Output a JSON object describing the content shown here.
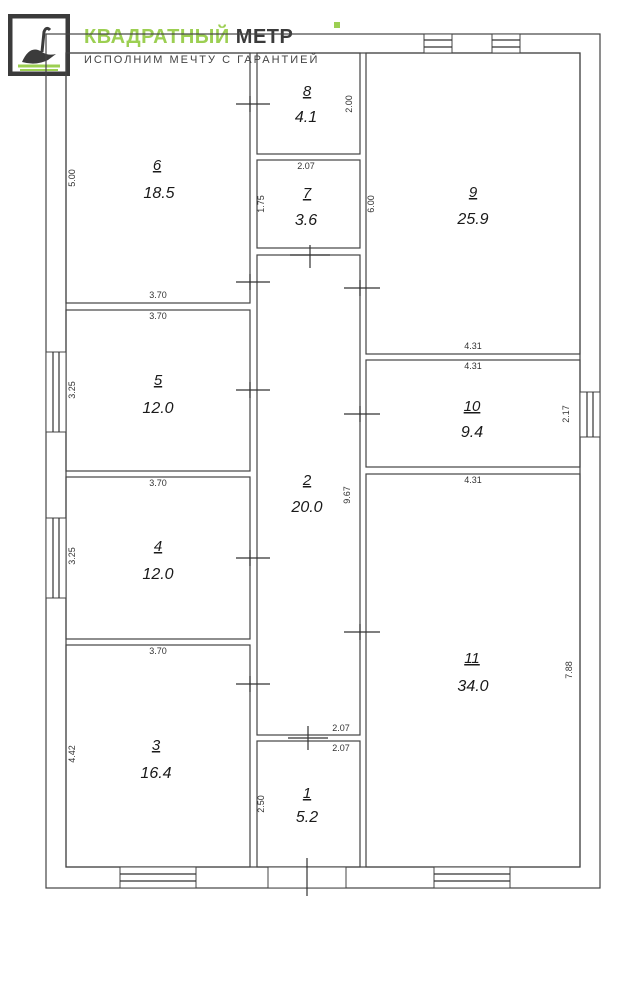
{
  "brand": {
    "name_part1": "КВАДРАТНЫЙ",
    "name_part2": "МЕТР",
    "tagline": "ИСПОЛНИМ МЕЧТУ С ГАРАНТИЕЙ",
    "colors": {
      "accent": "#9ccf52",
      "dark": "#3b3b3b"
    }
  },
  "rooms": [
    {
      "id": "1",
      "number": "1",
      "area": "5.2"
    },
    {
      "id": "2",
      "number": "2",
      "area": "20.0"
    },
    {
      "id": "3",
      "number": "3",
      "area": "16.4"
    },
    {
      "id": "4",
      "number": "4",
      "area": "12.0"
    },
    {
      "id": "5",
      "number": "5",
      "area": "12.0"
    },
    {
      "id": "6",
      "number": "6",
      "area": "18.5"
    },
    {
      "id": "7",
      "number": "7",
      "area": "3.6"
    },
    {
      "id": "8",
      "number": "8",
      "area": "4.1"
    },
    {
      "id": "9",
      "number": "9",
      "area": "25.9"
    },
    {
      "id": "10",
      "number": "10",
      "area": "9.4"
    },
    {
      "id": "11",
      "number": "11",
      "area": "34.0"
    }
  ],
  "dimensions": {
    "d6_width": "3.70",
    "d5_width_top": "3.70",
    "d6_height": "5.00",
    "d5_height": "3.25",
    "d4_width": "3.70",
    "d4_height": "3.25",
    "d3_width": "3.70",
    "d3_height": "4.42",
    "d8_height": "2.00",
    "d7_width": "2.07",
    "d7_height": "1.75",
    "d9_height": "6.00",
    "d9_width": "4.31",
    "d10_width_top": "4.31",
    "d10_height": "2.17",
    "d11_width": "4.31",
    "d11_height": "7.88",
    "d2_height": "9.67",
    "d2_width": "2.07",
    "d1_width": "2.07",
    "d1_height": "2.50"
  }
}
